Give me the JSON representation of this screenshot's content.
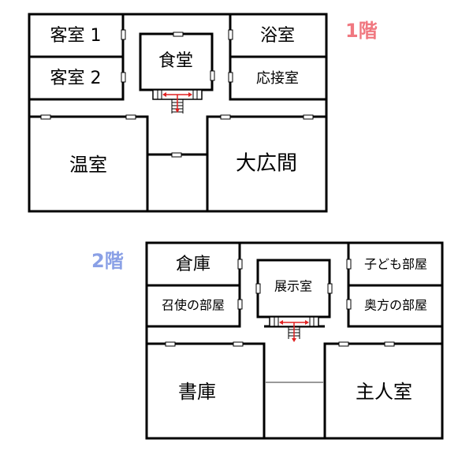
{
  "floor1": {
    "label": "1階",
    "label_color": "#f07880",
    "rooms": {
      "guest1": "客室 1",
      "guest2": "客室 2",
      "dining": "食堂",
      "bath": "浴室",
      "reception": "応接室",
      "greenhouse": "温室",
      "hall": "大広間"
    }
  },
  "floor2": {
    "label": "2階",
    "label_color": "#8aa0e6",
    "rooms": {
      "storage": "倉庫",
      "servant": "召使の部屋",
      "exhibit": "展示室",
      "child": "子ども部屋",
      "wife": "奥方の部屋",
      "library": "書庫",
      "master": "主人室"
    }
  },
  "colors": {
    "wall": "#000000",
    "stair_arrow": "#e02020",
    "landing_line": "#999999"
  }
}
